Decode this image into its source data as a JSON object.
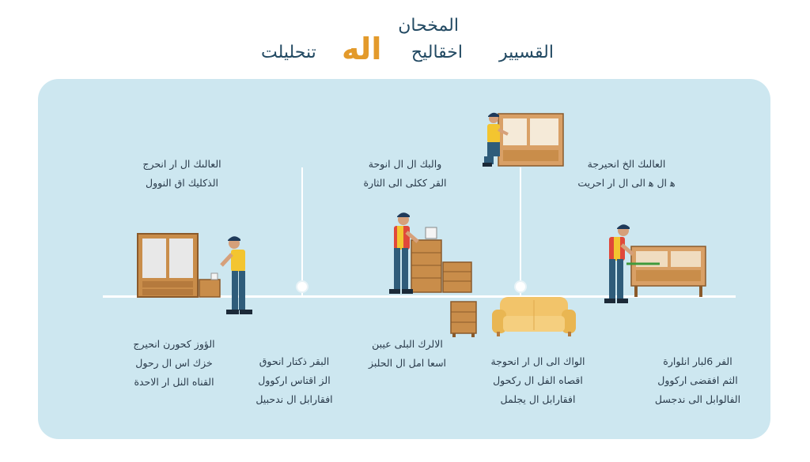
{
  "header": {
    "title_top": "المخحان",
    "title_line2_right": "القسيير",
    "title_line2_mid": "اخقاليح",
    "title_accent": "اله",
    "title_line2_left": "تنحليلت"
  },
  "colors": {
    "panel": "#cde7f0",
    "accent": "#e39a2b",
    "title": "#234a63",
    "worker_shirt": "#f3c530",
    "worker_pants": "#2f5c7a",
    "furniture": "#c98d4a"
  },
  "steps": {
    "top_left": [
      "العالىك ال ار انحرج",
      "الذكليك اق النوول"
    ],
    "top_mid": [
      "والبك ال ال انوحة",
      "القر ككلى الى الثارة"
    ],
    "top_right": [
      "العالىك الخ انحيرجة",
      "ﻫ ال ﻫ الى ال ار احريت"
    ],
    "bottom_1": [
      "الؤوز كحورن انحيرج",
      "خزك اس ال رحول",
      "القناه النل ار الاحدة"
    ],
    "bottom_2": [
      "البقر ذكتار انحوق",
      "الز اقتاس اركوول",
      "افقارابل ال ندحبيل"
    ],
    "bottom_3": [
      "الالرك البلى عيبن",
      "اسعا امل ال الحلبز"
    ],
    "bottom_4": [
      "الواك الى ال ار انحوجة",
      "اقصاه الفل ال ركحول",
      "افقارابل ال يجلمل"
    ],
    "bottom_5": [
      "الفر 6لبار انلوارة",
      "الثم افقضى اركوول",
      "الفالوابل الى ندجسل"
    ]
  },
  "icons": {
    "worker": "worker-figure",
    "wardrobe": "wardrobe-icon",
    "dresser": "dresser-icon",
    "sofa": "sofa-icon",
    "cabinet": "cabinet-icon",
    "sideboard": "sideboard-icon",
    "stool": "stool-icon"
  }
}
